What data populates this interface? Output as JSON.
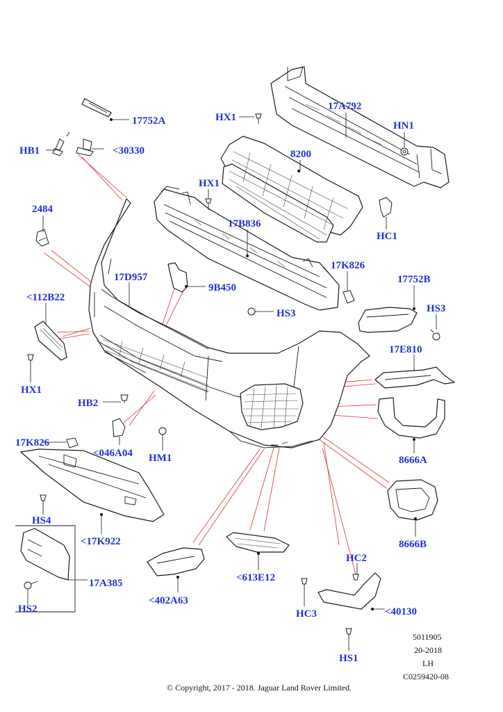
{
  "labels": {
    "l_17752A": "17752A",
    "l_HB1": "HB1",
    "l_30330": "<30330",
    "l_HX1_top": "HX1",
    "l_17A792": "17A792",
    "l_HN1": "HN1",
    "l_8200": "8200",
    "l_HX1_mid": "HX1",
    "l_2484": "2484",
    "l_HC1": "HC1",
    "l_17B836": "17B836",
    "l_17K826_r": "17K826",
    "l_17752B": "17752B",
    "l_17D957": "17D957",
    "l_9B450": "9B450",
    "l_112B22": "<112B22",
    "l_HS3_mid": "HS3",
    "l_HS3_r": "HS3",
    "l_17E810": "17E810",
    "l_HX1_left": "HX1",
    "l_HB2": "HB2",
    "l_17K826_l": "17K826",
    "l_046A04": "<046A04",
    "l_HM1": "HM1",
    "l_8666A": "8666A",
    "l_HS4": "HS4",
    "l_17K922": "<17K922",
    "l_8666B": "8666B",
    "l_HC2": "HC2",
    "l_613E12": "<613E12",
    "l_17A385": "17A385",
    "l_HS2": "HS2",
    "l_402A63": "<402A63",
    "l_HC3": "HC3",
    "l_40130": "<40130",
    "l_HS1": "HS1"
  },
  "footer": {
    "ref_number": "5011905",
    "date_code": "20-2018",
    "side": "LH",
    "illustration_id": "C0259420-08",
    "copyright": "© Copyright, 2017 - 2018. Jaguar Land Rover Limited."
  },
  "colors": {
    "callout": "#1f2fd6",
    "leader_red": "#e03030",
    "line": "#1a1a1a"
  }
}
